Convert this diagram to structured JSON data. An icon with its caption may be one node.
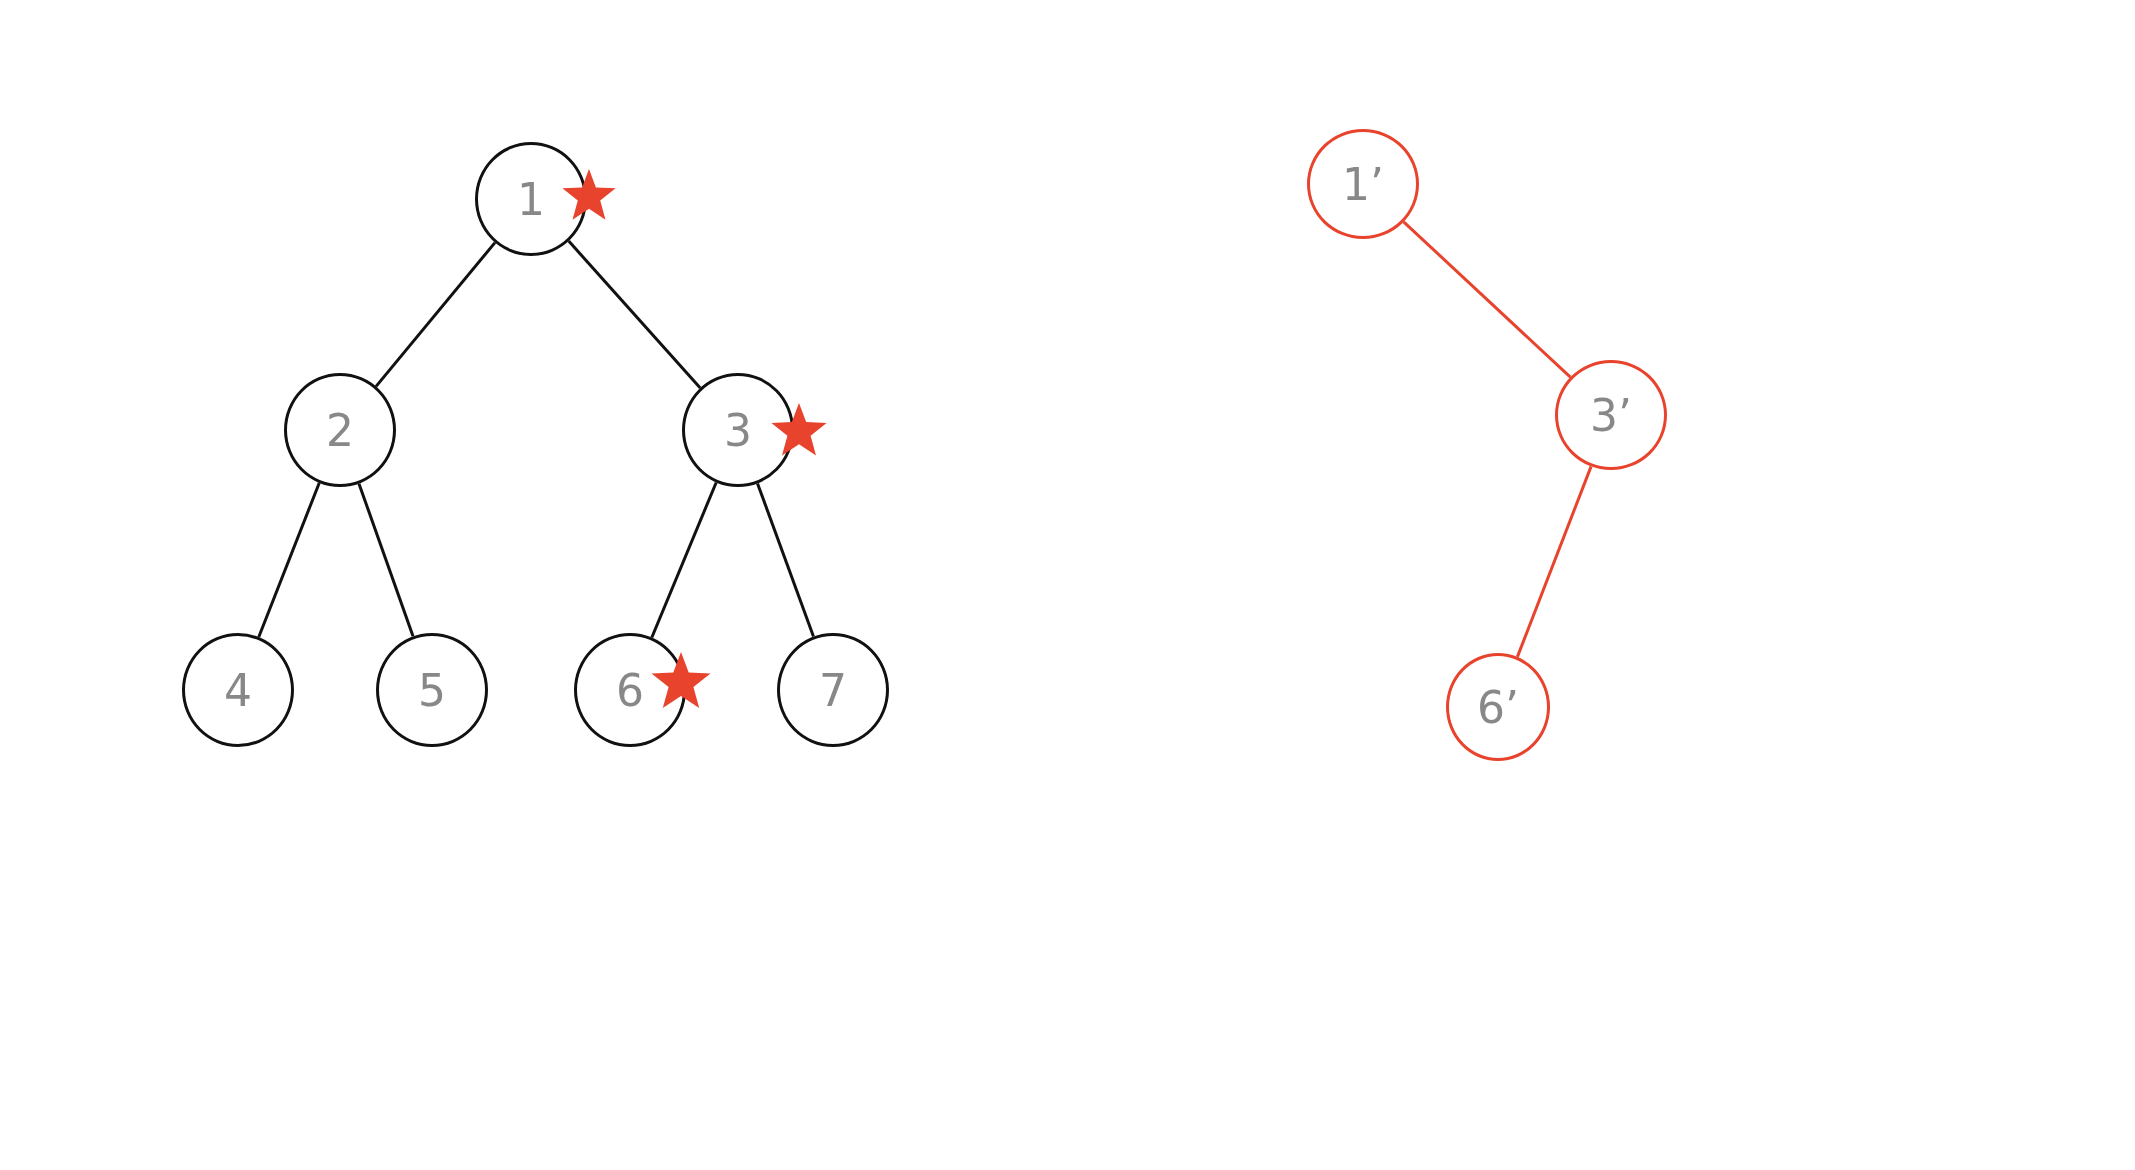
{
  "diagram": {
    "nodes": [
      {
        "text": [
          "1"
        ]
      },
      {
        "text": [
          "2"
        ]
      },
      {
        "text": [
          "3"
        ]
      },
      {
        "text": [
          "4"
        ]
      },
      {
        "text": [
          "5"
        ]
      },
      {
        "text": [
          "6"
        ]
      },
      {
        "text": [
          "7"
        ]
      },
      {
        "text": [
          "1’"
        ]
      },
      {
        "text": [
          "3’"
        ]
      },
      {
        "text": [
          "6’"
        ]
      }
    ],
    "edges": [
      {
        "from": 0,
        "to": 1,
        "arrow": "none"
      },
      {
        "from": 0,
        "to": 2,
        "arrow": "none"
      },
      {
        "from": 1,
        "to": 3,
        "arrow": "none"
      },
      {
        "from": 1,
        "to": 4,
        "arrow": "none"
      },
      {
        "from": 2,
        "to": 5,
        "arrow": "none"
      },
      {
        "from": 2,
        "to": 6,
        "arrow": "none"
      },
      {
        "from": 7,
        "to": 8,
        "arrow": "none",
        "color": "#e8432c"
      },
      {
        "from": 8,
        "to": 9,
        "arrow": "none",
        "color": "#e8432c"
      }
    ]
  }
}
